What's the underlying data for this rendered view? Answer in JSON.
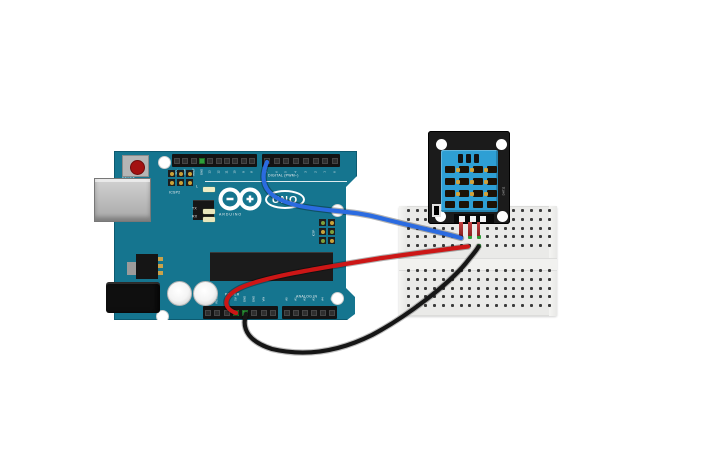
{
  "scene": {
    "background": "#ffffff"
  },
  "arduino": {
    "board_color": "#15758f",
    "silkscreen": {
      "reset": "RESET",
      "icsp2": "ICSP2",
      "led_l": "L",
      "led_tx": "TX",
      "led_rx": "RX",
      "uno": "UNO",
      "brand": "ARDUINO",
      "digital": "DIGITAL (PWM~)",
      "power": "POWER",
      "analog_in": "ANALOG IN",
      "icsp": "ICSP"
    },
    "pin_labels": {
      "top_left": [
        "SCL",
        "SDA",
        "AREF",
        "GND",
        "13",
        "12",
        "11",
        "10",
        "9",
        "8"
      ],
      "top_right": [
        "7",
        "6",
        "5",
        "4",
        "3",
        "2",
        "1",
        "0"
      ],
      "power": [
        "IOREF",
        "RESET",
        "3V3",
        "5V",
        "GND",
        "GND",
        "VIN",
        ""
      ],
      "analog": [
        "A0",
        "A1",
        "A2",
        "A3",
        "A4",
        "A5"
      ]
    },
    "headers": {
      "top_left": {
        "pins": 10,
        "green": [
          3
        ]
      },
      "top_right": {
        "pins": 8,
        "green": []
      },
      "power": {
        "pins": 8,
        "green": [
          3,
          4
        ]
      },
      "analog": {
        "pins": 6,
        "green": []
      }
    }
  },
  "dht11": {
    "label": "DHT11",
    "pcb_color": "#1b1b1b",
    "sensor_color": "#2e9fd4",
    "pin_color": "#b23535",
    "pins": 3
  },
  "breadboard": {
    "cols": 17,
    "rows_per_half": 5,
    "body_color": "#eaeae8",
    "hole_color": "#3b3b3b",
    "connected_hole_color": "#2e9e38",
    "green_holes": [
      [
        7,
        3
      ],
      [
        8,
        3
      ],
      [
        8,
        4
      ]
    ]
  },
  "wires": [
    {
      "name": "signal-wire",
      "color": "#2b6be0"
    },
    {
      "name": "power-wire",
      "color": "#cc1616"
    },
    {
      "name": "ground-wire",
      "color": "#161616"
    }
  ]
}
